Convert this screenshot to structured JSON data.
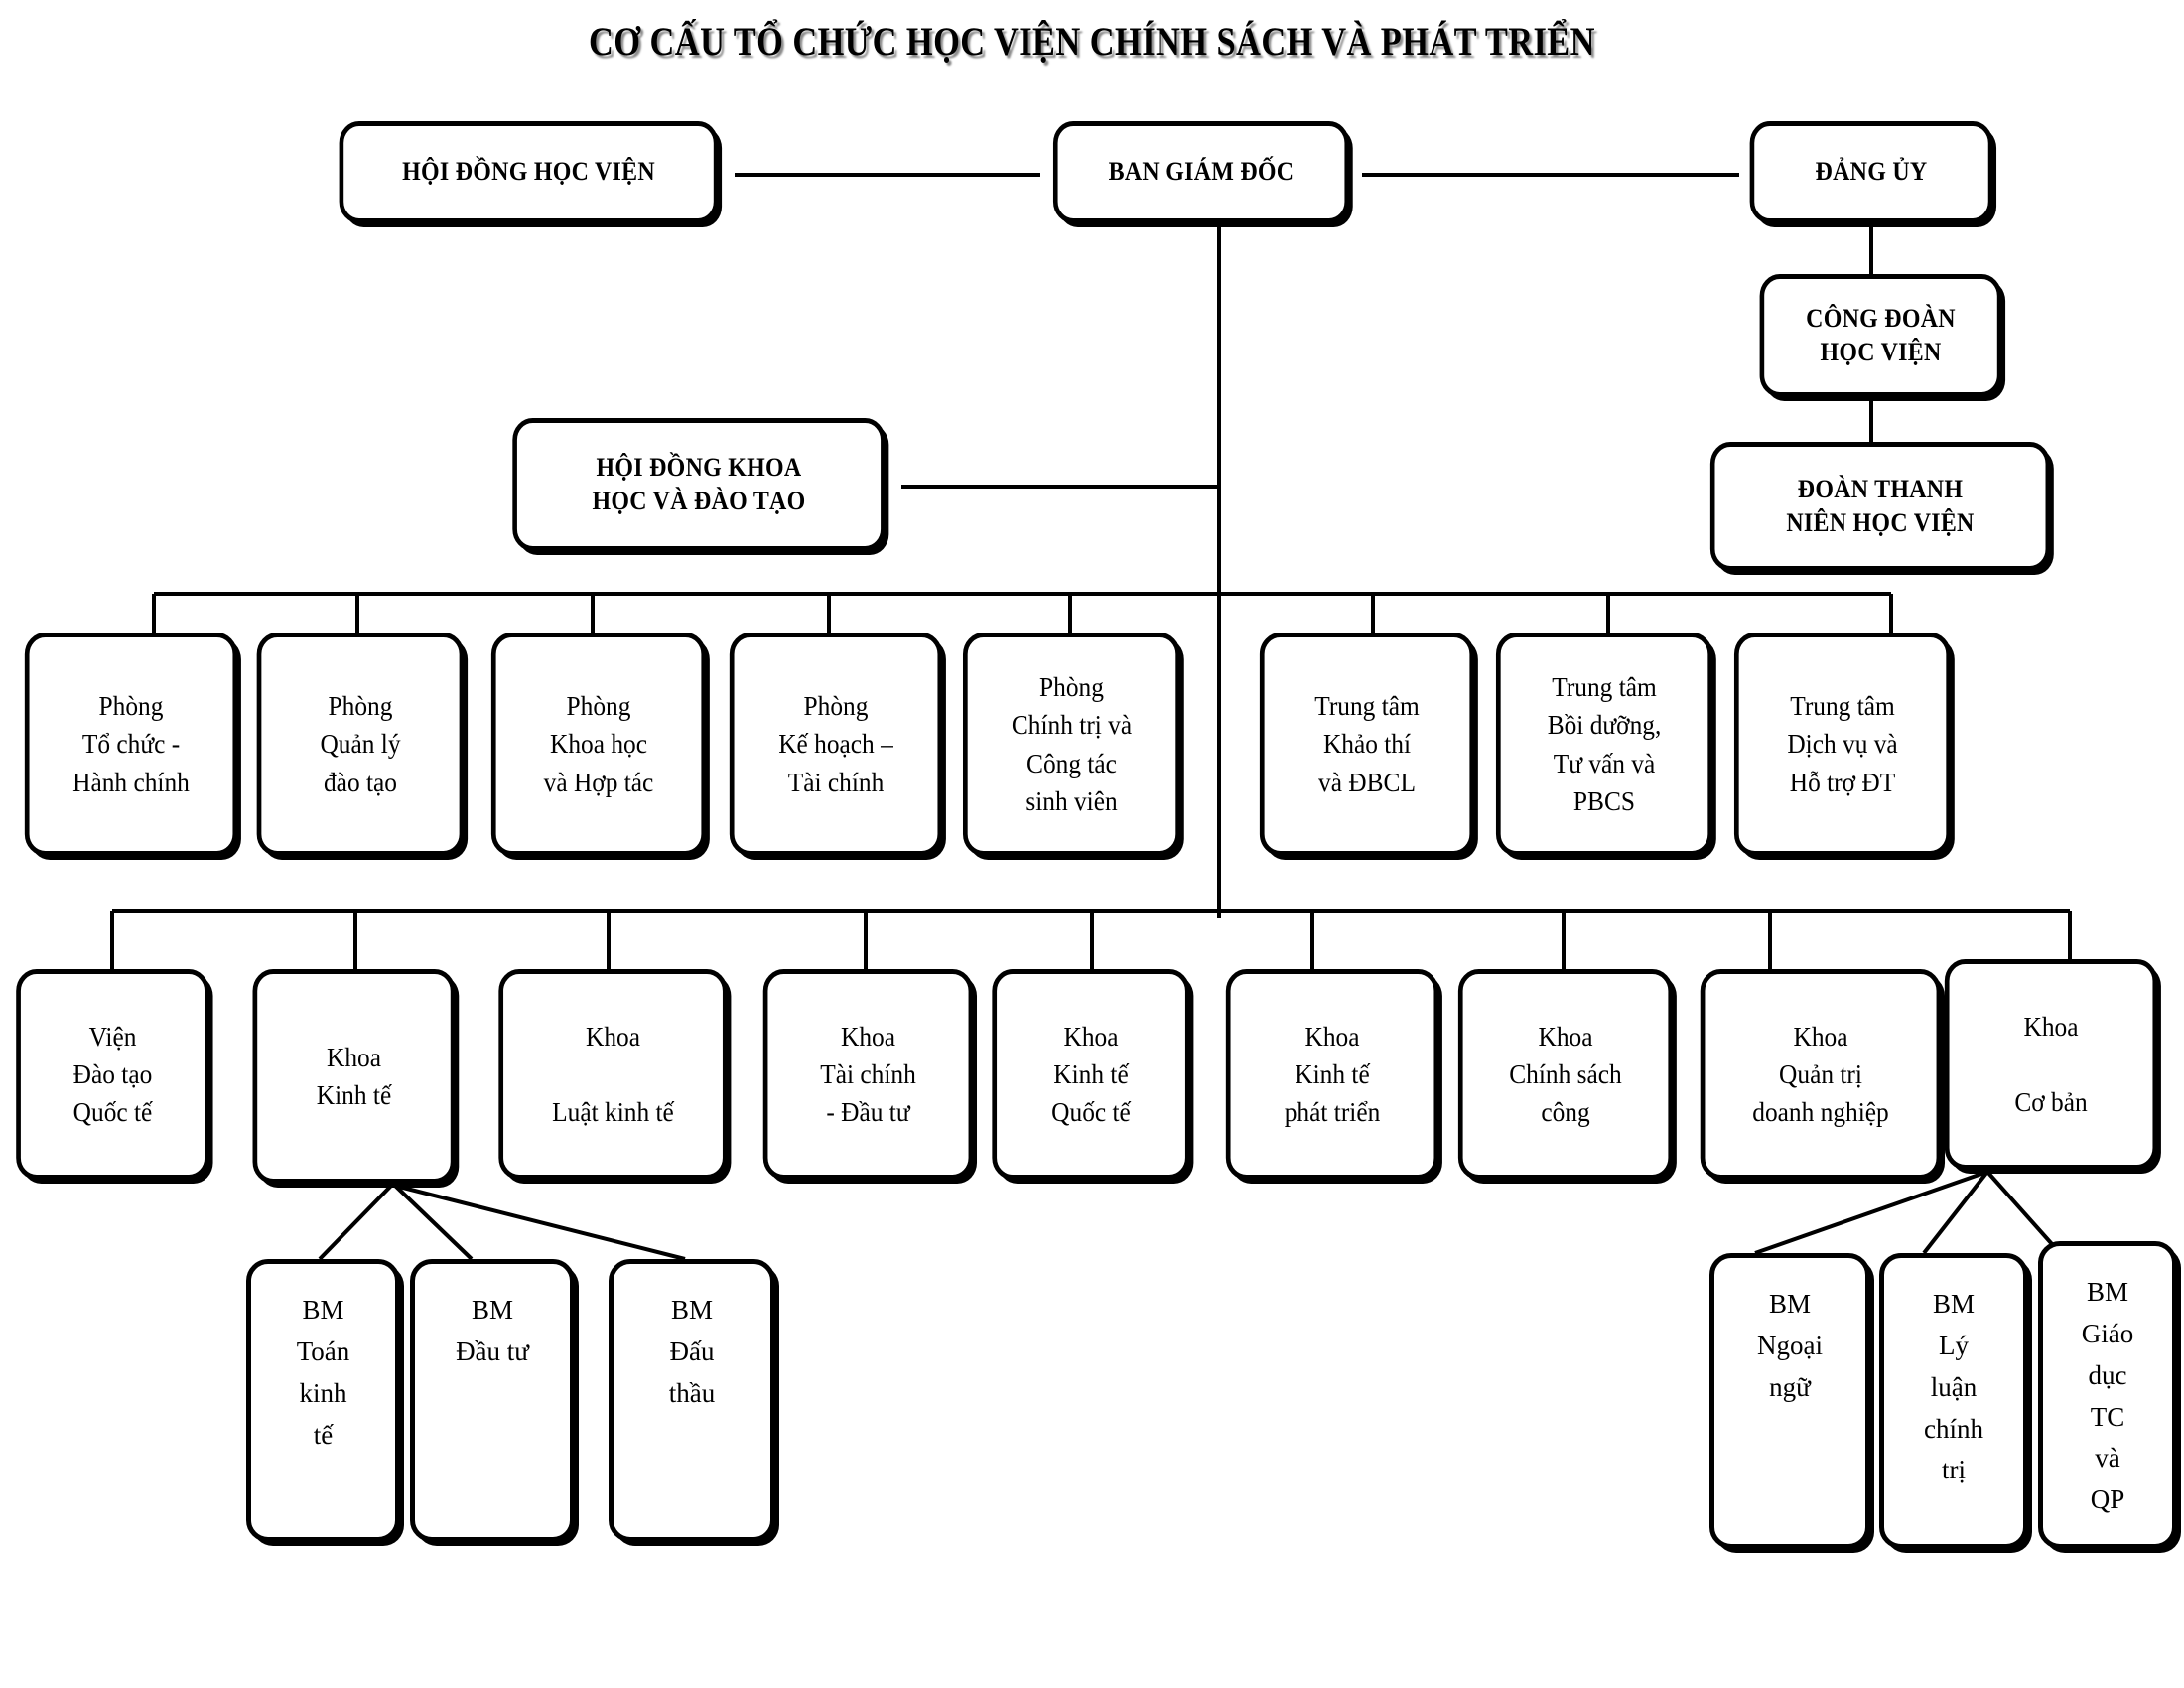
{
  "title": "CƠ CẤU TỔ CHỨC HỌC VIỆN CHÍNH SÁCH VÀ PHÁT TRIỂN",
  "nodes": {
    "hoi_dong_hoc_vien": "HỘI ĐỒNG HỌC VIỆN",
    "ban_giam_doc": "BAN GIÁM ĐỐC",
    "dang_uy": "ĐẢNG ỦY",
    "cong_doan": "CÔNG ĐOÀN\nHỌC VIỆN",
    "doan_thanh_nien": "ĐOÀN THANH\nNIÊN HỌC VIỆN",
    "hoi_dong_khoa_hoc": "HỘI ĐỒNG KHOA\nHỌC VÀ ĐÀO TẠO"
  },
  "departments": [
    {
      "id": "phong-to-chuc-hanh-chinh",
      "label": "Phòng\nTổ chức -\nHành chính"
    },
    {
      "id": "phong-quan-ly-dao-tao",
      "label": "Phòng\nQuản lý\nđào tạo"
    },
    {
      "id": "phong-khoa-hoc-va-hop-tac",
      "label": "Phòng\nKhoa học\nvà Hợp tác"
    },
    {
      "id": "phong-ke-hoach-tai-chinh",
      "label": "Phòng\nKế hoạch –\nTài chính"
    },
    {
      "id": "phong-chinh-tri-va-cong-tac-sinh-vien",
      "label": "Phòng\nChính trị và\nCông tác\nsinh viên"
    }
  ],
  "centers": [
    {
      "id": "trung-tam-khao-thi-va-dbcl",
      "label": "Trung tâm\nKhảo thí\nvà ĐBCL"
    },
    {
      "id": "trung-tam-boi-duong-tu-van-va-pbcs",
      "label": "Trung tâm\nBồi dưỡng,\nTư vấn và\nPBCS"
    },
    {
      "id": "trung-tam-dich-vu-va-ho-tro-dt",
      "label": "Trung tâm\nDịch vụ và\nHỗ trợ ĐT"
    }
  ],
  "faculties": [
    {
      "id": "vien-dao-tao-quoc-te",
      "label": "Viện\nĐào tạo\nQuốc tế"
    },
    {
      "id": "khoa-kinh-te",
      "label": "Khoa\nKinh tế"
    },
    {
      "id": "khoa-luat-kinh-te",
      "label": "Khoa\n\nLuật kinh tế"
    },
    {
      "id": "khoa-tai-chinh-dau-tu",
      "label": "Khoa\nTài chính\n-  Đầu tư"
    },
    {
      "id": "khoa-kinh-te-quoc-te",
      "label": "Khoa\nKinh tế\nQuốc tế"
    },
    {
      "id": "khoa-kinh-te-phat-trien",
      "label": "Khoa\nKinh tế\nphát triển"
    },
    {
      "id": "khoa-chinh-sach-cong",
      "label": "Khoa\nChính sách\ncông"
    },
    {
      "id": "khoa-quan-tri-doanh-nghiep",
      "label": "Khoa\nQuản trị\ndoanh nghiệp"
    },
    {
      "id": "khoa-co-ban",
      "label": "Khoa\n\nCơ bản"
    }
  ],
  "divisions_left": [
    {
      "id": "bm-toan-kinh-te",
      "label": "BM\nToán\nkinh\ntế"
    },
    {
      "id": "bm-dau-tu",
      "label": "BM\nĐầu tư"
    },
    {
      "id": "bm-dau-thau",
      "label": "BM\nĐấu\nthầu"
    }
  ],
  "divisions_right": [
    {
      "id": "bm-ngoai-ngu",
      "label": "BM\nNgoại\nngữ"
    },
    {
      "id": "bm-ly-luan-chinh-tri",
      "label": "BM\nLý\nluận\nchính\ntrị"
    },
    {
      "id": "bm-giao-duc-tc-va-qp",
      "label": "BM\nGiáo\ndục\nTC\nvà\nQP"
    }
  ],
  "colors": {
    "border": "#000000",
    "text": "#000000",
    "background": "#ffffff",
    "line": "#000000"
  }
}
